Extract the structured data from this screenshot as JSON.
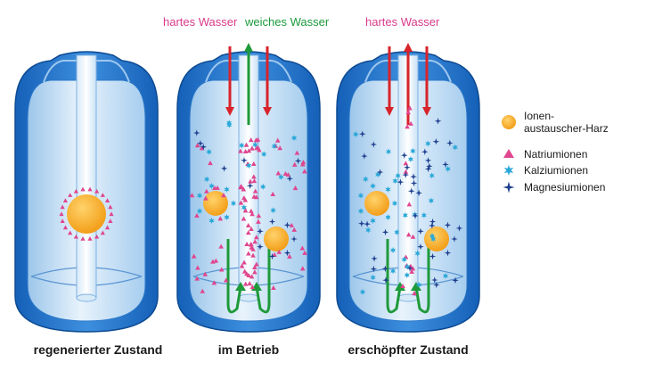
{
  "colors": {
    "hard_water": "#d93a8a",
    "soft_water": "#1a9a3c",
    "arrow_red": "#d8232a",
    "arrow_green": "#1e9a3a",
    "resin": "#f5a623",
    "sodium": "#e0468f",
    "calcium": "#2aa8d8",
    "magnesium": "#1f3f8f",
    "tank_outer": "#1f6fc6",
    "tank_inner": "#cfe4f5"
  },
  "tanks": [
    {
      "label": "regenerierter Zustand",
      "top_labels": []
    },
    {
      "label": "im Betrieb",
      "top_labels": [
        "hartes Wasser",
        "weiches Wasser"
      ]
    },
    {
      "label": "erschöpfter Zustand",
      "top_labels": [
        "hartes Wasser"
      ]
    }
  ],
  "legend": [
    {
      "label": "Ionen-",
      "label2": "austauscher-Harz",
      "icon": "resin-circle-icon"
    },
    {
      "label": "Natriumionen",
      "icon": "triangle-icon"
    },
    {
      "label": "Kalziumionen",
      "icon": "star-icon"
    },
    {
      "label": "Magnesiumionen",
      "icon": "diamond-star-icon"
    }
  ]
}
